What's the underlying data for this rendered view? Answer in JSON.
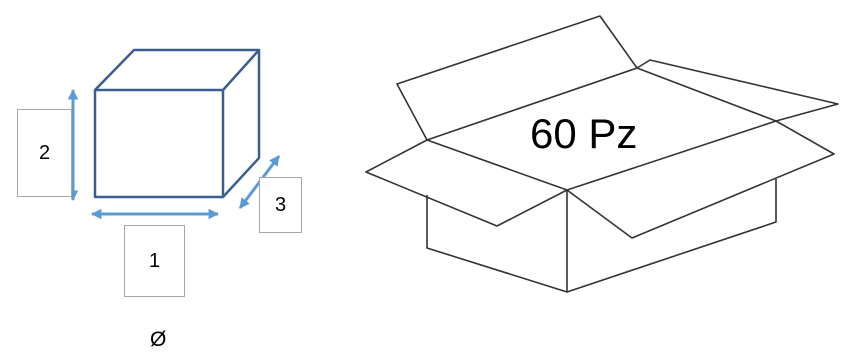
{
  "dimensions": {
    "width_label": "1",
    "height_label": "2",
    "depth_label": "3",
    "diameter_symbol": "Ø"
  },
  "carton": {
    "quantity_label": "60 Pz"
  },
  "colors": {
    "cube_outline": "#3a5f8f",
    "arrow": "#5b9bd5",
    "label_border": "#a6a6a6",
    "carton_line": "#333333"
  },
  "icons": {
    "cube": "cube-icon",
    "open_box": "open-cardboard-box-icon"
  }
}
